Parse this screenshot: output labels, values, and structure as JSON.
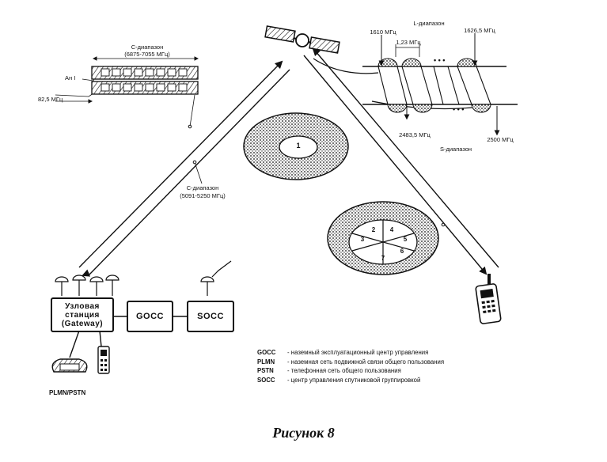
{
  "c_band_top": {
    "label": "C-диапазон",
    "range": "(6875-7055 МГц)",
    "ant_label": "Ан I",
    "step": "82,5 МГц"
  },
  "c_band_link": {
    "label": "C-диапазон",
    "range": "(5091-5250 МГц)"
  },
  "l_band": {
    "label": "L-диапазон",
    "f_start": "1610 МГц",
    "f_end": "1626,5 МГц",
    "channel_width": "1,23 МГц",
    "dots": "• • •"
  },
  "s_band": {
    "label": "S-диапазон",
    "f_start": "2483,5 МГц",
    "f_end": "2500 МГц",
    "dots": "• • •"
  },
  "beams": {
    "single": "1",
    "ring": [
      "2",
      "3",
      "4",
      "5",
      "6",
      "7"
    ]
  },
  "boxes": {
    "gateway": "Узловая станция (Gateway)",
    "gocc": "GOCC",
    "socc": "SOCC"
  },
  "network_label": "PLMN/PSTN",
  "legend": [
    {
      "key": "GOCC",
      "text": "- наземный эксплуатационный центр управления"
    },
    {
      "key": "PLMN",
      "text": "- наземная сеть подвижной связи общего пользования"
    },
    {
      "key": "PSTN",
      "text": "- телефонная сеть общего пользования"
    },
    {
      "key": "SOCC",
      "text": "- центр управления спутниковой группировкой"
    }
  ],
  "caption": "Рисунок 8"
}
